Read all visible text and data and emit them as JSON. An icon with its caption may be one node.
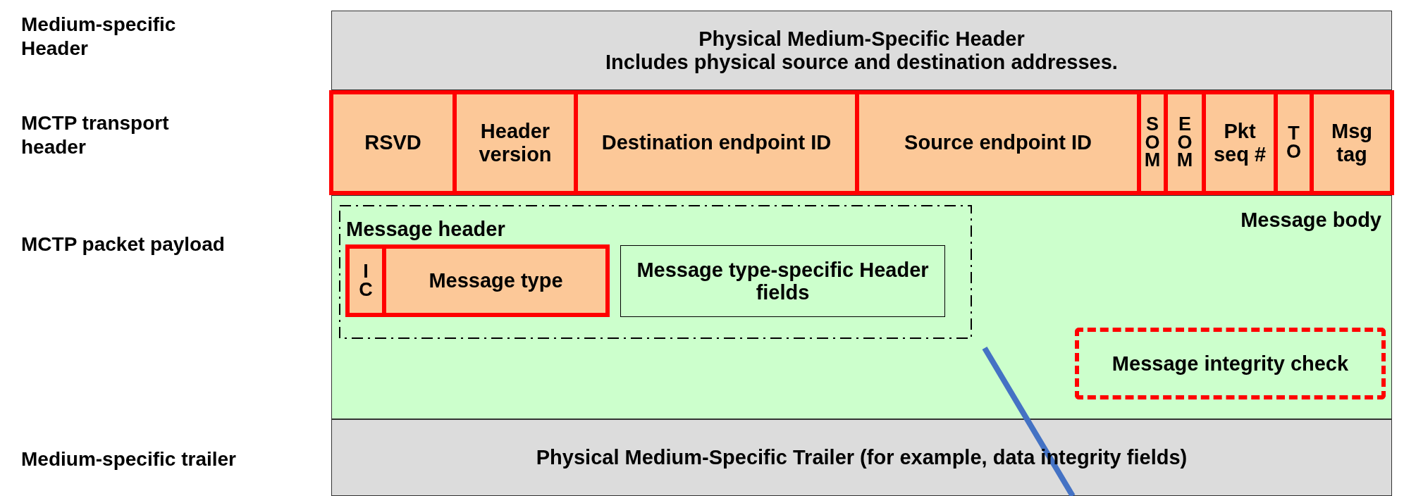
{
  "diagram": {
    "nodes": [
      {
        "text": [
          "Physical Medium-Specific Header",
          "Includes physical source and destination addresses."
        ]
      },
      {
        "text": [
          "RSVD"
        ]
      },
      {
        "text": [
          "Header version"
        ]
      },
      {
        "text": [
          "Destination endpoint ID"
        ]
      },
      {
        "text": [
          "Source endpoint ID"
        ]
      },
      {
        "text": [
          "S O M"
        ]
      },
      {
        "text": [
          "E O M"
        ]
      },
      {
        "text": [
          "Pkt seq #"
        ]
      },
      {
        "text": [
          "T O"
        ]
      },
      {
        "text": [
          "Msg tag"
        ]
      },
      {
        "text": [
          "Message body"
        ]
      },
      {
        "text": [
          "Message header"
        ],
        "in": 10
      },
      {
        "text": [
          "I C"
        ],
        "in": 11
      },
      {
        "text": [
          "Message type"
        ],
        "in": 11
      },
      {
        "text": [
          "Message type-specific Header fields"
        ],
        "in": 11
      },
      {
        "text": [
          "Message integrity check"
        ],
        "in": 10
      },
      {
        "text": [
          "Physical Medium-Specific Trailer (for example, data integrity fields)"
        ]
      }
    ],
    "labels": [
      "Medium-specific Header",
      "MCTP transport header",
      "MCTP packet payload",
      "Medium-specific trailer"
    ]
  }
}
